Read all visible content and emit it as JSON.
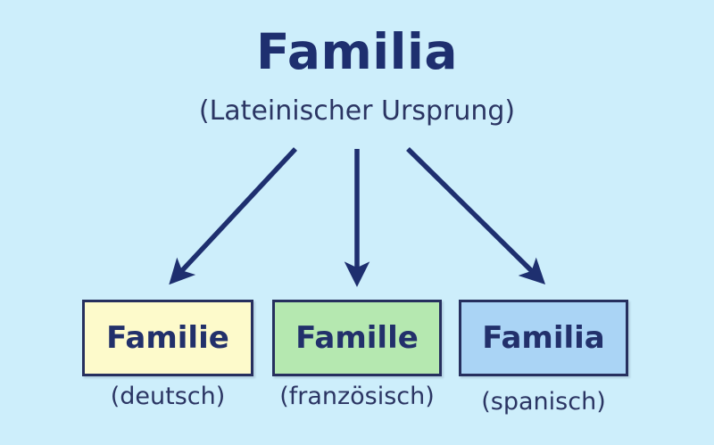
{
  "diagram": {
    "type": "etymology-tree",
    "background_color": "#cdeefb",
    "root": {
      "word": "Familia",
      "note": "(Lateinischer Ursprung)",
      "color": "#1e2f6f"
    },
    "arrows": [
      {
        "name": "arrow-to-deutsch",
        "direction": "down-left"
      },
      {
        "name": "arrow-to-franzoesisch",
        "direction": "down"
      },
      {
        "name": "arrow-to-spanisch",
        "direction": "down-right"
      }
    ],
    "arrow_color": "#1e2f6f",
    "children": [
      {
        "id": "de",
        "word": "Familie",
        "language": "(deutsch)",
        "fill": "#fdfacb",
        "border": "#262f5e"
      },
      {
        "id": "fr",
        "word": "Famille",
        "language": "(französisch)",
        "fill": "#b5e8b0",
        "border": "#262f5e"
      },
      {
        "id": "es",
        "word": "Familia",
        "language": "(spanisch)",
        "fill": "#aad4f5",
        "border": "#262f5e"
      }
    ]
  }
}
